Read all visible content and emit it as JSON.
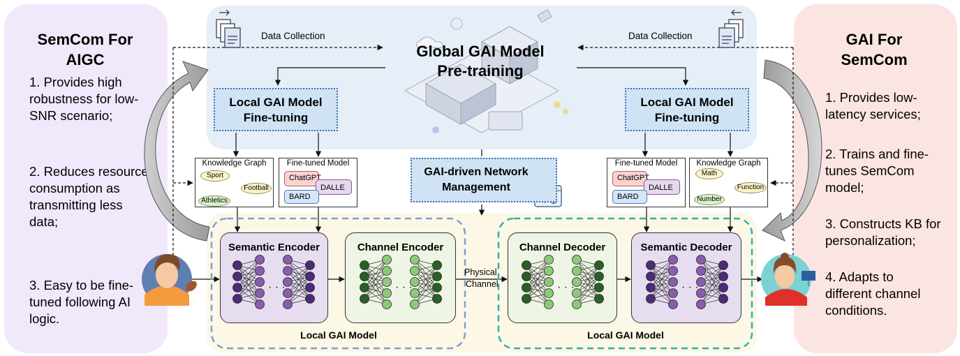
{
  "left_panel": {
    "title": "SemCom For AIGC",
    "items": [
      "1. Provides high robustness for low-SNR scenario;",
      "2. Reduces resource consumption as transmitting less data;",
      "3. Easy to be fine-tuned following AI logic."
    ]
  },
  "right_panel": {
    "title": "GAI For SemCom",
    "items": [
      "1. Provides low-latency services;",
      "2. Trains and fine-tunes SemCom model;",
      "3. Constructs KB for personalization;",
      "4. Adapts to different channel conditions."
    ]
  },
  "top": {
    "global_model": "Global GAI Model Pre-training",
    "data_collection_left": "Data Collection",
    "data_collection_right": "Data Collection",
    "local_finetune_left": "Local GAI Model Fine-tuning",
    "local_finetune_right": "Local GAI Model Fine-tuning"
  },
  "network_mgmt": "GAI-driven Network Management",
  "left_kg": {
    "title": "Knowledge Graph",
    "nodes": [
      "Sport",
      "Football",
      "Athletics"
    ]
  },
  "left_ft": {
    "title": "Fine-tuned Model",
    "models": [
      "ChatGPT",
      "DALLE",
      "BARD"
    ]
  },
  "right_ft": {
    "title": "Fine-tuned Model",
    "models": [
      "ChatGPT",
      "DALLE",
      "BARD"
    ]
  },
  "right_kg": {
    "title": "Knowledge Graph",
    "nodes": [
      "Math",
      "Function",
      "Number"
    ]
  },
  "modules": {
    "semantic_encoder": "Semantic Encoder",
    "channel_encoder": "Channel Encoder",
    "channel_decoder": "Channel Decoder",
    "semantic_decoder": "Semantic Decoder",
    "physical_channel": [
      "Physical",
      "Channel"
    ],
    "local_model_left": "Local GAI Model",
    "local_model_right": "Local GAI Model"
  },
  "colors": {
    "left_panel": "#f1e8fb",
    "right_panel": "#fbe5e2",
    "top_region": "#e6eff8",
    "bottom_region": "#fdf7e6",
    "semantic_module": "#e6def0",
    "channel_module": "#eef5e4",
    "purple_node": "#8a5cae",
    "dark_purple_node": "#4f2a78",
    "green_node": "#8dc97a",
    "dark_green_node": "#2a5f26"
  }
}
